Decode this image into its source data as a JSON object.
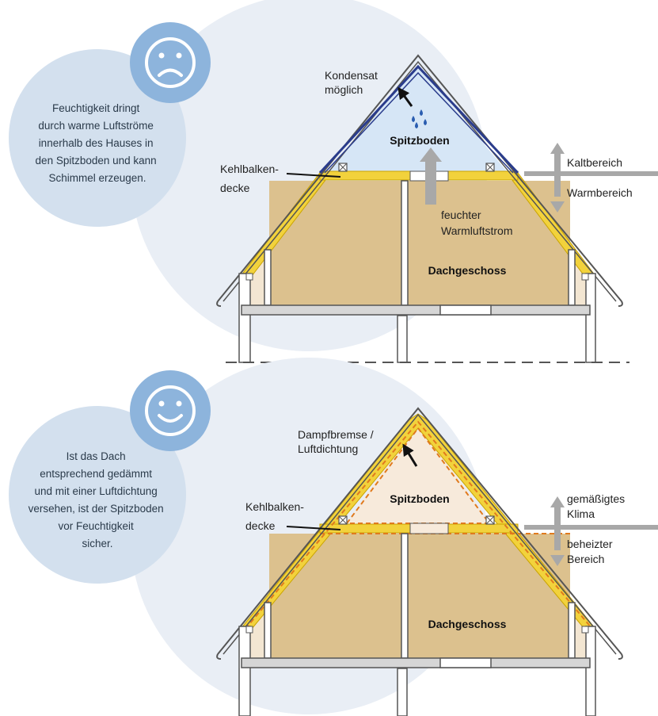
{
  "colors": {
    "bubble_big": "#e9eef5",
    "bubble_text": "#d3e0ee",
    "icon_circle": "#8db4dc",
    "insulation": "#f2d23c",
    "insulation_edge": "#c9a300",
    "room": "#dcc18e",
    "attic_cold": "#d6e6f6",
    "attic_warm": "#f7eadb",
    "roof_outline": "#2a3c8c",
    "vapor_barrier": "#e07a1e",
    "gray_arrow": "#a8a8a8",
    "structure": "#555555"
  },
  "top": {
    "icon": "sad-face-icon",
    "bubble_lines": [
      "Feuchtigkeit dringt",
      "durch warme Luftströme",
      "innerhalb des Hauses in",
      "den Spitzboden und kann",
      "Schimmel erzeugen."
    ],
    "condensate_lines": [
      "Kondensat",
      "möglich"
    ],
    "attic_label": "Spitzboden",
    "ceiling_lines": [
      "Kehlbalken-",
      "decke"
    ],
    "airflow_lines": [
      "feuchter",
      "Warmluftstrom"
    ],
    "floor_label": "Dachgeschoss",
    "zone_upper": "Kaltbereich",
    "zone_lower": "Warmbereich"
  },
  "bottom": {
    "icon": "happy-face-icon",
    "bubble_lines": [
      "Ist das Dach",
      "entsprechend gedämmt",
      "und mit einer Luftdichtung",
      "versehen, ist der Spitzboden",
      "vor Feuchtigkeit",
      "sicher."
    ],
    "barrier_lines": [
      "Dampfbremse /",
      "Luftdichtung"
    ],
    "attic_label": "Spitzboden",
    "ceiling_lines": [
      "Kehlbalken-",
      "decke"
    ],
    "floor_label": "Dachgeschoss",
    "zone_upper_lines": [
      "gemäßigtes",
      "Klima"
    ],
    "zone_lower_lines": [
      "beheizter",
      "Bereich"
    ]
  }
}
